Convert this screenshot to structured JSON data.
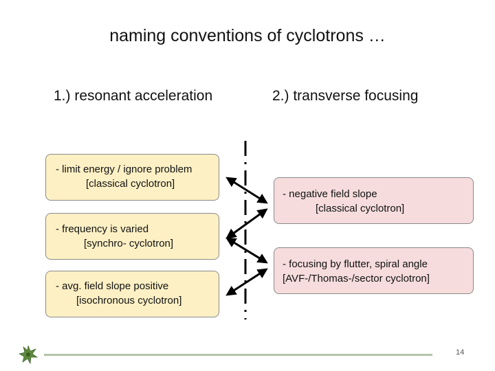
{
  "slide": {
    "title": "naming conventions of cyclotrons …",
    "left_heading": "1.) resonant acceleration",
    "right_heading": "2.) transverse focusing",
    "left_boxes": [
      {
        "line1": "- limit energy / ignore problem",
        "line2": "[classical cyclotron]"
      },
      {
        "line1": "- frequency is varied",
        "line2": "[synchro- cyclotron]"
      },
      {
        "line1": "- avg. field slope positive",
        "line2": "[isochronous cyclotron]"
      }
    ],
    "right_boxes": [
      {
        "line1": "-   negative field slope",
        "line2": "[classical cyclotron]"
      },
      {
        "line1": "- focusing by flutter, spiral angle",
        "line2": "[AVF-/Thomas-/sector cyclotron]"
      }
    ],
    "page_number": "14"
  },
  "colors": {
    "left_box_fill": "#fdf0c4",
    "right_box_fill": "#f6dcdc",
    "footer_line": "#b4c2a9"
  },
  "icons": {
    "logo": "leaf-logo-icon"
  }
}
